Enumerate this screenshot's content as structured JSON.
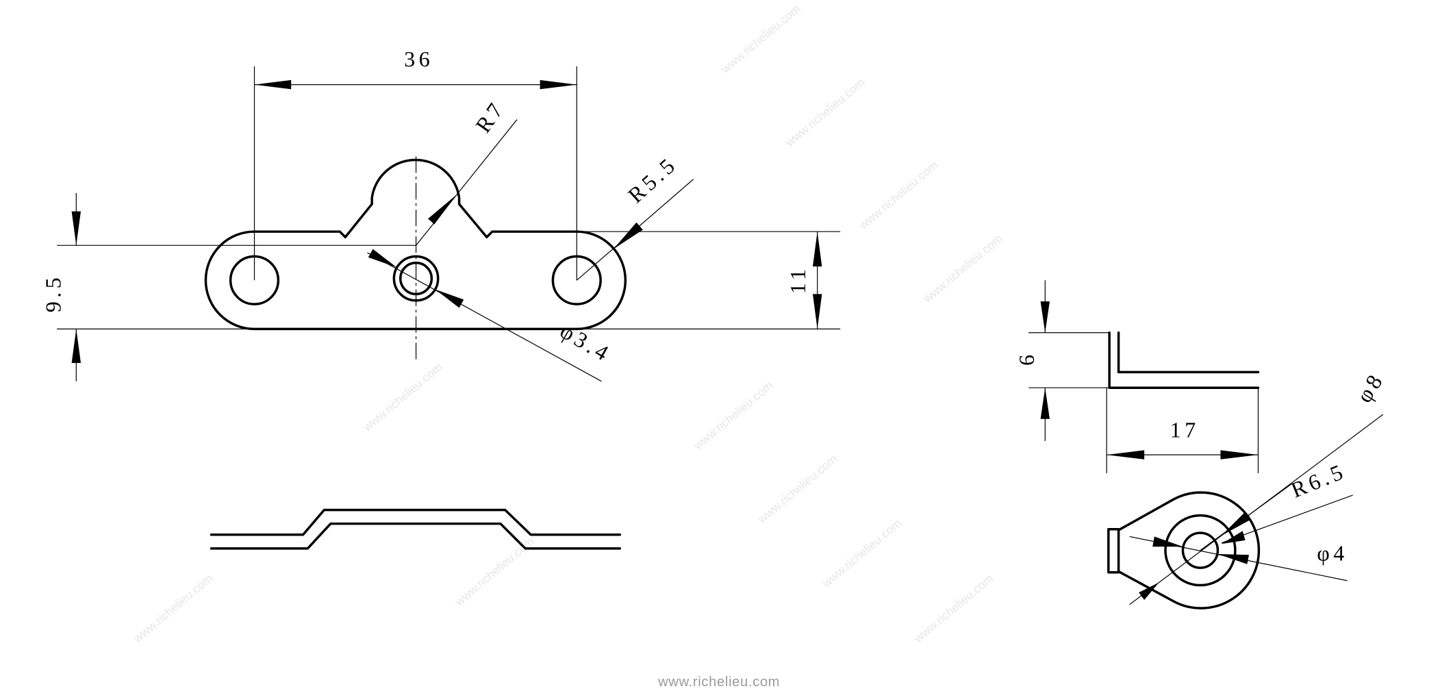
{
  "drawing": {
    "top_view": {
      "dim_hole_spacing": "36",
      "dim_height_left": "9.5",
      "dim_height_right": "11",
      "dim_bump_radius": "R7",
      "dim_end_radius": "R5.5",
      "dim_center_hole": "φ3.4"
    },
    "side_view_right": {
      "dim_flange_height": "6",
      "dim_length": "17"
    },
    "end_view": {
      "dim_outer_diameter": "φ8",
      "dim_radius": "R6.5",
      "dim_hole_diameter": "φ4"
    },
    "watermark": "www.richelieu.com",
    "footer": "www.richelieu.com"
  }
}
